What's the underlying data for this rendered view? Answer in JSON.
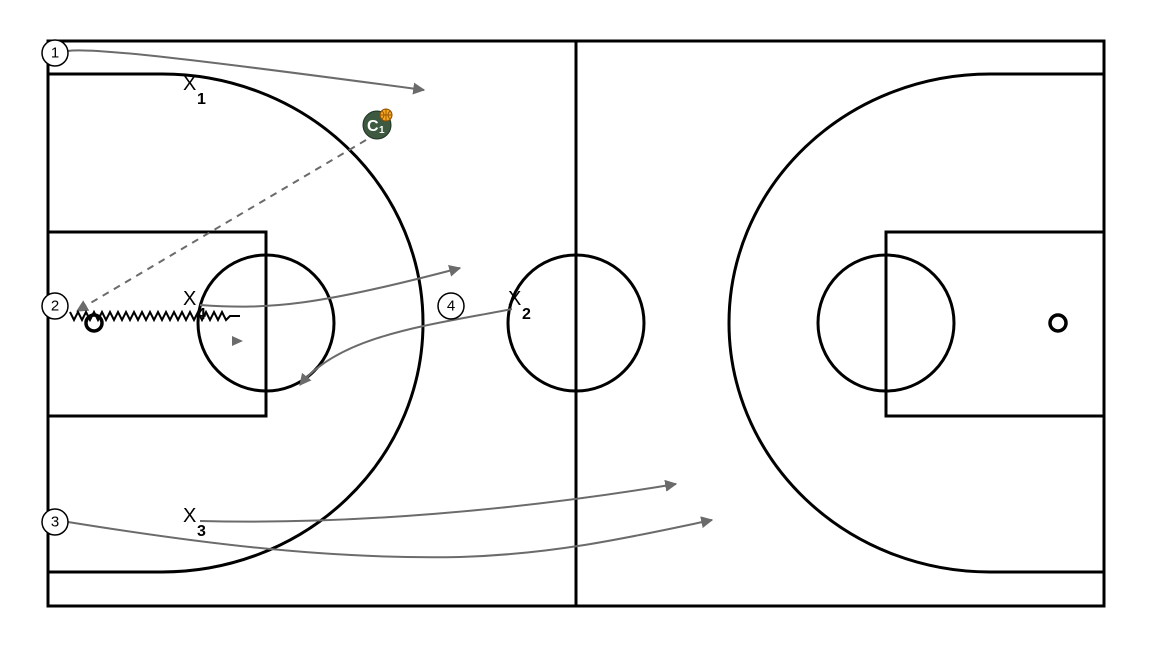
{
  "offense": [
    {
      "id": "o1",
      "label": "1"
    },
    {
      "id": "o2",
      "label": "2"
    },
    {
      "id": "o3",
      "label": "3"
    },
    {
      "id": "o4",
      "label": "4"
    }
  ],
  "defense": [
    {
      "id": "x1",
      "mark": "X",
      "sub": "1"
    },
    {
      "id": "x2",
      "mark": "X",
      "sub": "2"
    },
    {
      "id": "x3",
      "mark": "X",
      "sub": "3"
    },
    {
      "id": "x4",
      "mark": "X",
      "sub": "4"
    }
  ],
  "coach": {
    "label": "C",
    "sub": "1",
    "color": "#3d5a40",
    "ball_color": "#f5a623"
  },
  "colors": {
    "court_line": "#000000",
    "movement_arrow": "#6b6b6b",
    "background": "#ffffff"
  }
}
